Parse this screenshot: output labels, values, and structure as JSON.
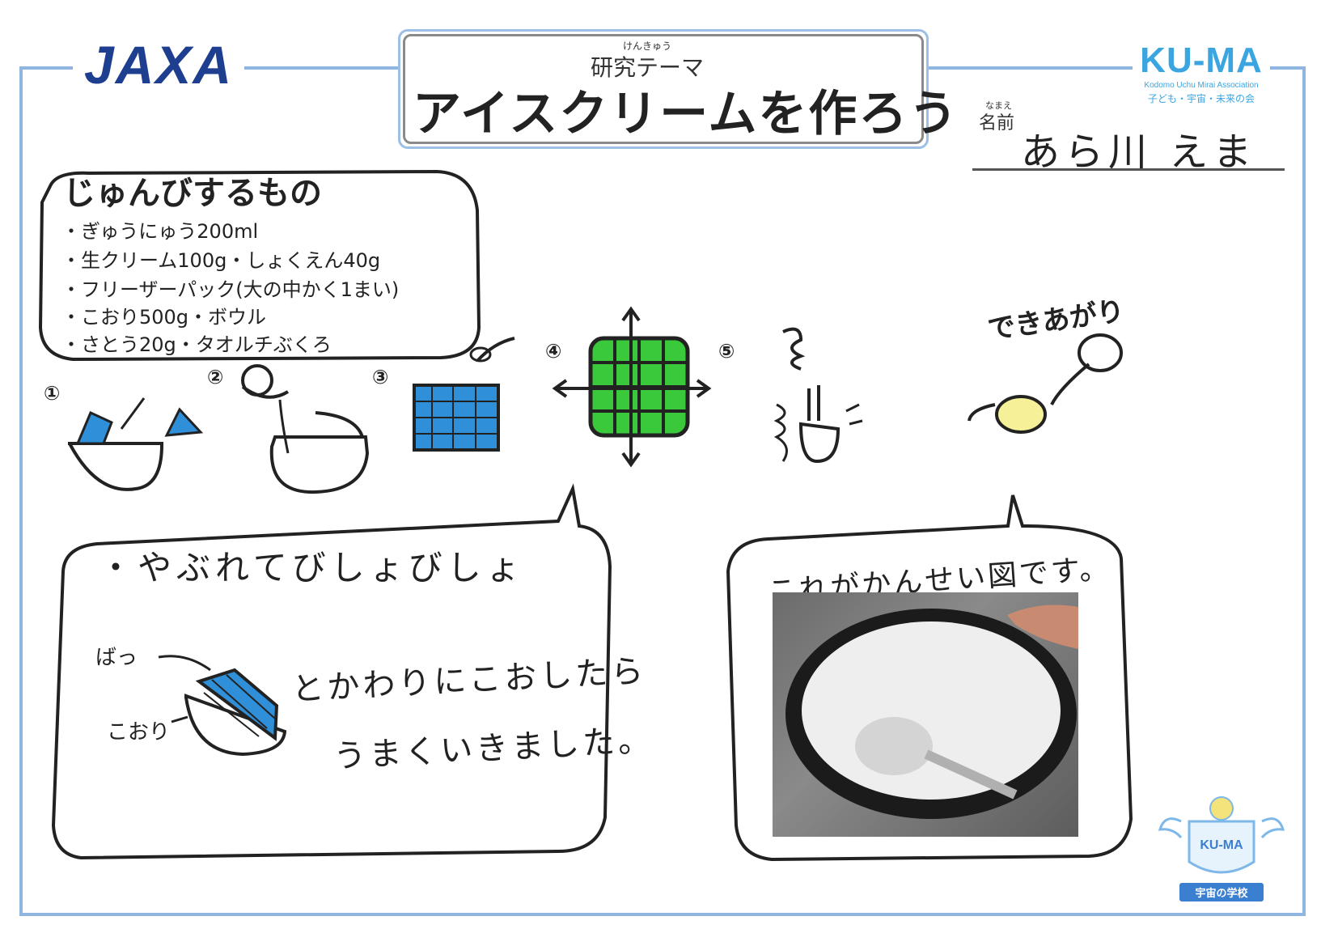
{
  "header": {
    "org_logo": "JAXA",
    "theme_ruby": "けんきゅう",
    "theme_label": "研究テーマ",
    "theme_title": "アイスクリームを作ろう",
    "partner_logo": {
      "name": "KU-MA",
      "english": "Kodomo Uchu Mirai Association",
      "japanese": "子ども・宇宙・未来の会"
    }
  },
  "name_field": {
    "ruby": "なまえ",
    "label": "名前",
    "value": "あら川 えま"
  },
  "supplies": {
    "heading": "じゅんびするもの",
    "items": [
      "・ぎゅうにゅう200ml",
      "・生クリーム100g・しょくえん40g",
      "・フリーザーパック(大の中かく1まい)",
      "・こおり500g・ボウル",
      "・さとう20g・タオルチぶくろ"
    ]
  },
  "steps": {
    "numbers": [
      "①",
      "②",
      "③",
      "④",
      "⑤"
    ],
    "done_label": "できあがり"
  },
  "comment": {
    "line1": "・やぶれてびしょびしょ",
    "label_bag": "ばっ",
    "label_ice": "こおり",
    "line2": "とかわりにこおしたら",
    "line3": "うまくいきました。"
  },
  "result": {
    "caption": "これがかんせい図です。"
  },
  "school_badge": {
    "logo": "KU-MA",
    "label": "宇宙の学校"
  },
  "colors": {
    "frame": "#8fb6e0",
    "jaxa": "#1e3f8f",
    "kuma": "#3aa5e0",
    "grid_green": "#39c93a",
    "ice_blue": "#2f8fd8",
    "cream": "#f6f199"
  }
}
